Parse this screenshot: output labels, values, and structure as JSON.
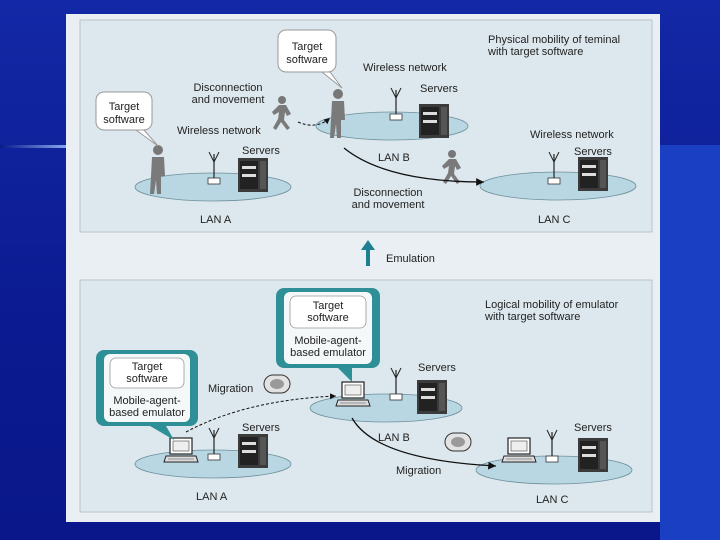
{
  "top_panel": {
    "title_line1": "Physical mobility of teminal",
    "title_line2": "with target software",
    "target_a_line1": "Target",
    "target_a_line2": "software",
    "target_b_line1": "Target",
    "target_b_line2": "software",
    "disconnect1_line1": "Disconnection",
    "disconnect1_line2": "and movement",
    "disconnect2_line1": "Disconnection",
    "disconnect2_line2": "and movement",
    "wireless_a": "Wireless network",
    "wireless_b": "Wireless network",
    "wireless_c": "Wireless network",
    "servers_a": "Servers",
    "servers_b": "Servers",
    "servers_c": "Servers",
    "lan_a": "LAN A",
    "lan_b": "LAN B",
    "lan_c": "LAN C"
  },
  "middle": {
    "emulation": "Emulation"
  },
  "bottom_panel": {
    "title_line1": "Logical mobility of emulator",
    "title_line2": "with target software",
    "emu_a_target_line1": "Target",
    "emu_a_target_line2": "software",
    "emu_a_line1": "Mobile-agent-",
    "emu_a_line2": "based emulator",
    "emu_b_target_line1": "Target",
    "emu_b_target_line2": "software",
    "emu_b_line1": "Mobile-agent-",
    "emu_b_line2": "based emulator",
    "migration1": "Migration",
    "migration2": "Migration",
    "servers_a": "Servers",
    "servers_b": "Servers",
    "servers_c": "Servers",
    "lan_a": "LAN A",
    "lan_b": "LAN B",
    "lan_c": "LAN C"
  },
  "colors": {
    "background": "#0a1a8c",
    "panel": "#dde8ee",
    "lan_ellipse": "#b9d7e3",
    "callout_teal": "#2f8f96",
    "emulation_arrow": "#1d7f8f"
  }
}
